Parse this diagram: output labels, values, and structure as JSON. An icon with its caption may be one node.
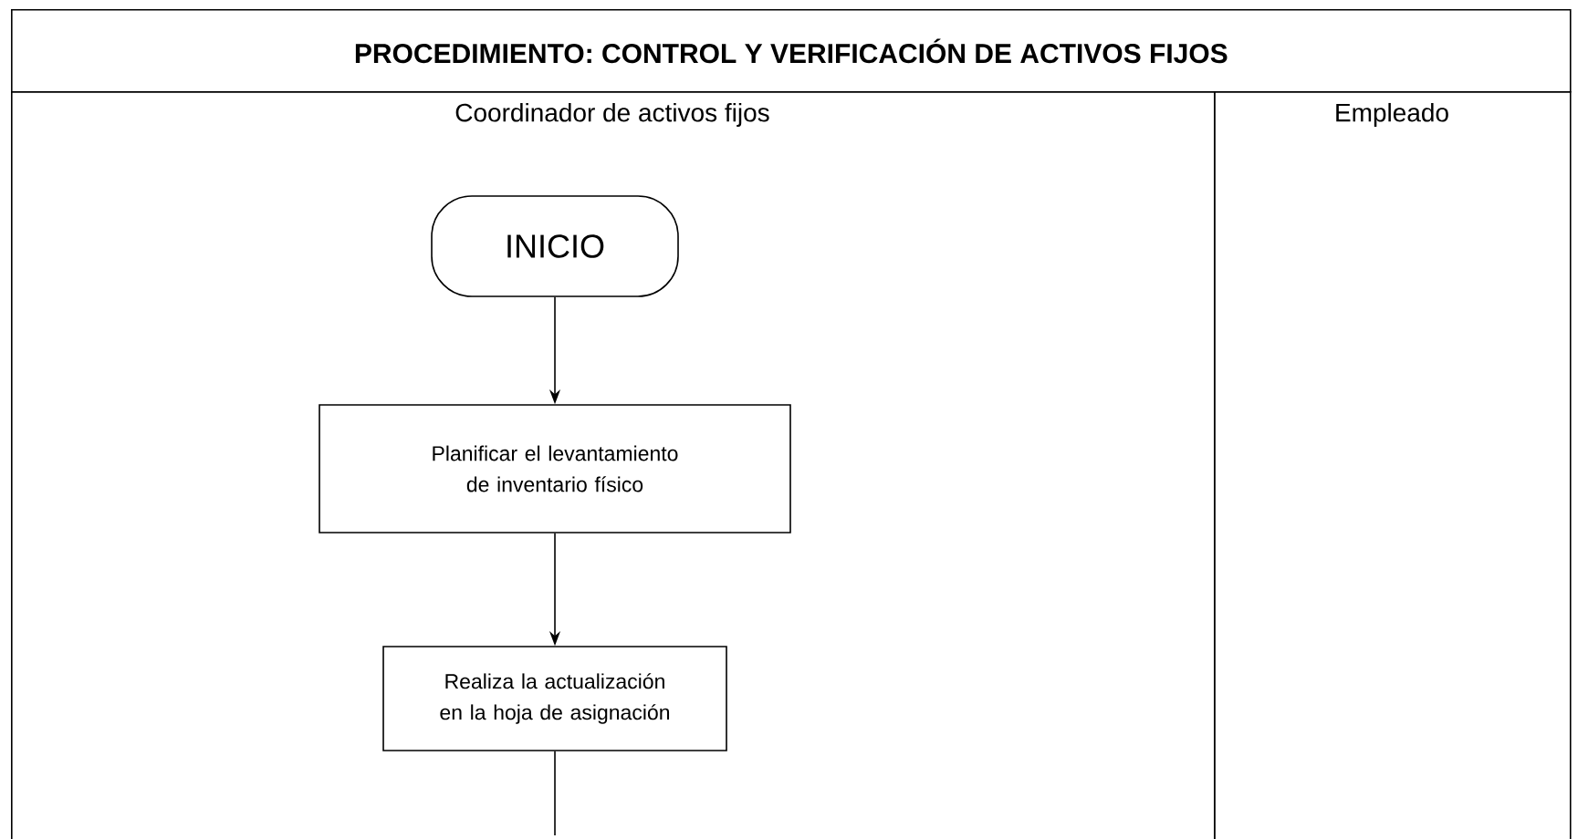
{
  "diagram": {
    "title": "PROCEDIMIENTO: CONTROL Y VERIFICACIÓN DE ACTIVOS FIJOS",
    "nodes": [
      {
        "text": [
          "Coordinador de activos fijos"
        ]
      },
      {
        "text": [
          "Empleado"
        ]
      },
      {
        "text": [
          "INICIO"
        ],
        "in": 0
      },
      {
        "text": [
          "Planificar el levantamiento de inventario físico"
        ],
        "in": 0
      },
      {
        "text": [
          "Realiza la actualización en la hoja de asignación"
        ],
        "in": 0
      }
    ],
    "edges": [
      {
        "from": 2,
        "to": 3,
        "arrow": "to"
      },
      {
        "from": 3,
        "to": 4,
        "arrow": "to"
      },
      {
        "from": 4,
        "to": null,
        "arrow": "none"
      }
    ]
  }
}
